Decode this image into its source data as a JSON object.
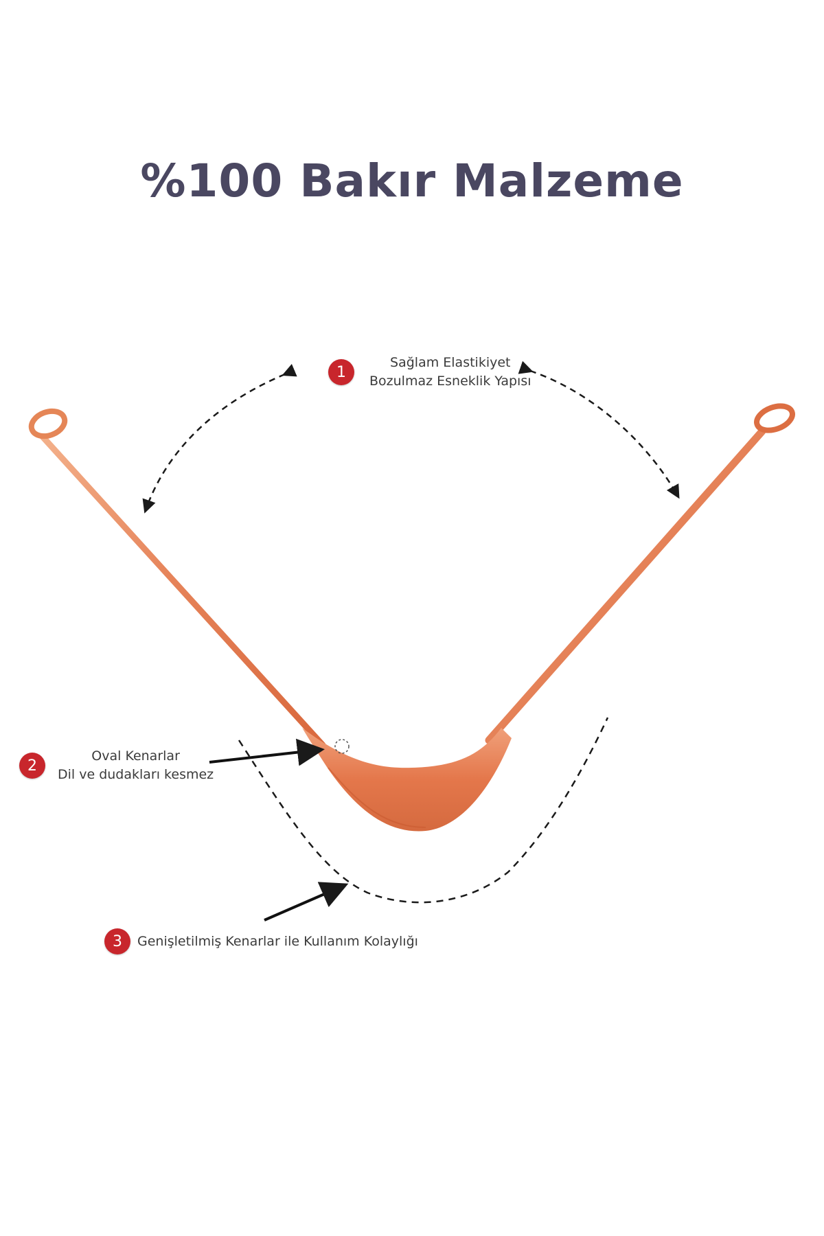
{
  "title": "%100 Bakır Malzeme",
  "callouts": [
    {
      "number": "1",
      "line1": "Sağlam Elastikiyet",
      "line2": "Bozulmaz Esneklik Yapısı"
    },
    {
      "number": "2",
      "line1": "Oval Kenarlar",
      "line2": "Dil ve dudakları kesmez"
    },
    {
      "number": "3",
      "line1": "Genişletilmiş Kenarlar ile Kullanım Kolaylığı"
    }
  ],
  "colors": {
    "title": "#4a4761",
    "badge": "#c8262c",
    "copper": "#e07a4c"
  }
}
